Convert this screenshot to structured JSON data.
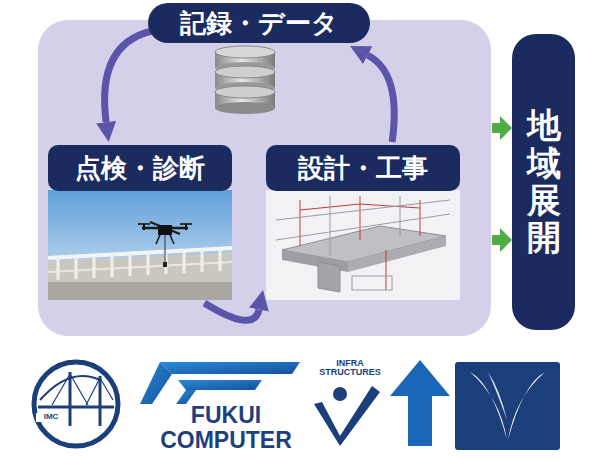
{
  "diagram": {
    "nodes": [
      {
        "text": [
          "記録・データ"
        ]
      },
      {
        "text": [
          "点検・診断"
        ]
      },
      {
        "text": [
          "設計・工事"
        ]
      },
      {
        "text": [
          "地域展開"
        ]
      }
    ],
    "edges": [
      {
        "from": 0,
        "to": 1,
        "arrow": "to"
      },
      {
        "from": 1,
        "to": 2,
        "arrow": "to"
      },
      {
        "from": 2,
        "to": 0,
        "arrow": "to"
      }
    ],
    "labels": [
      "IMC",
      "FUKUI COMPUTER",
      "INFRA STRUCTURES"
    ]
  }
}
